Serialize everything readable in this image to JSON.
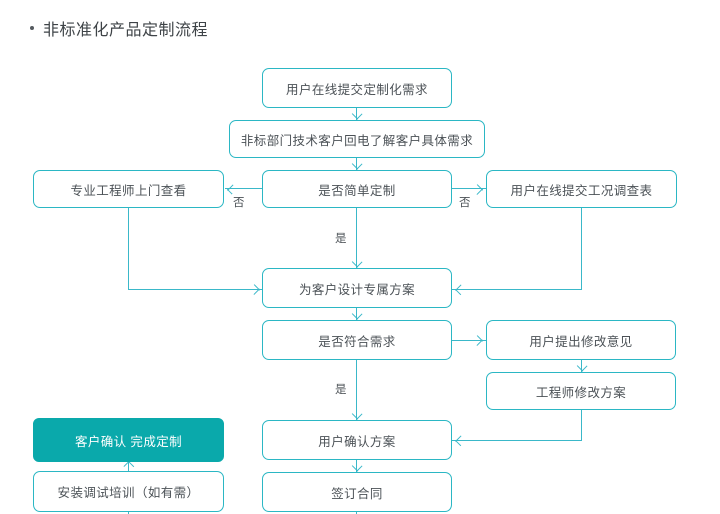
{
  "page": {
    "title": "非标准化产品定制流程",
    "bullet": "bullet-dot",
    "accent_line": "#3ab8c9",
    "accent_fill": "#0aa9ab",
    "node_text_color": "#4b5156",
    "background": "#ffffff"
  },
  "nodes": [
    {
      "id": "submit-request",
      "label": "用户在线提交定制化需求"
    },
    {
      "id": "callback-clarify",
      "label": "非标部门技术客户回电了解客户具体需求"
    },
    {
      "id": "is-simple-custom",
      "label": "是否简单定制"
    },
    {
      "id": "engineer-onsite",
      "label": "专业工程师上门查看"
    },
    {
      "id": "submit-survey-form",
      "label": "用户在线提交工况调查表"
    },
    {
      "id": "design-solution",
      "label": "为客户设计专属方案"
    },
    {
      "id": "meets-requirement",
      "label": "是否符合需求"
    },
    {
      "id": "user-feedback",
      "label": "用户提出修改意见"
    },
    {
      "id": "engineer-revise",
      "label": "工程师修改方案"
    },
    {
      "id": "user-confirm-plan",
      "label": "用户确认方案"
    },
    {
      "id": "sign-contract",
      "label": "签订合同"
    },
    {
      "id": "customer-confirmed",
      "label": "客户确认 完成定制"
    },
    {
      "id": "install-debug-train",
      "label": "安装调试培训（如有需）"
    }
  ],
  "edge_labels": {
    "no_left": "否",
    "no_right": "否",
    "yes_simple": "是",
    "yes_meets": "是"
  }
}
